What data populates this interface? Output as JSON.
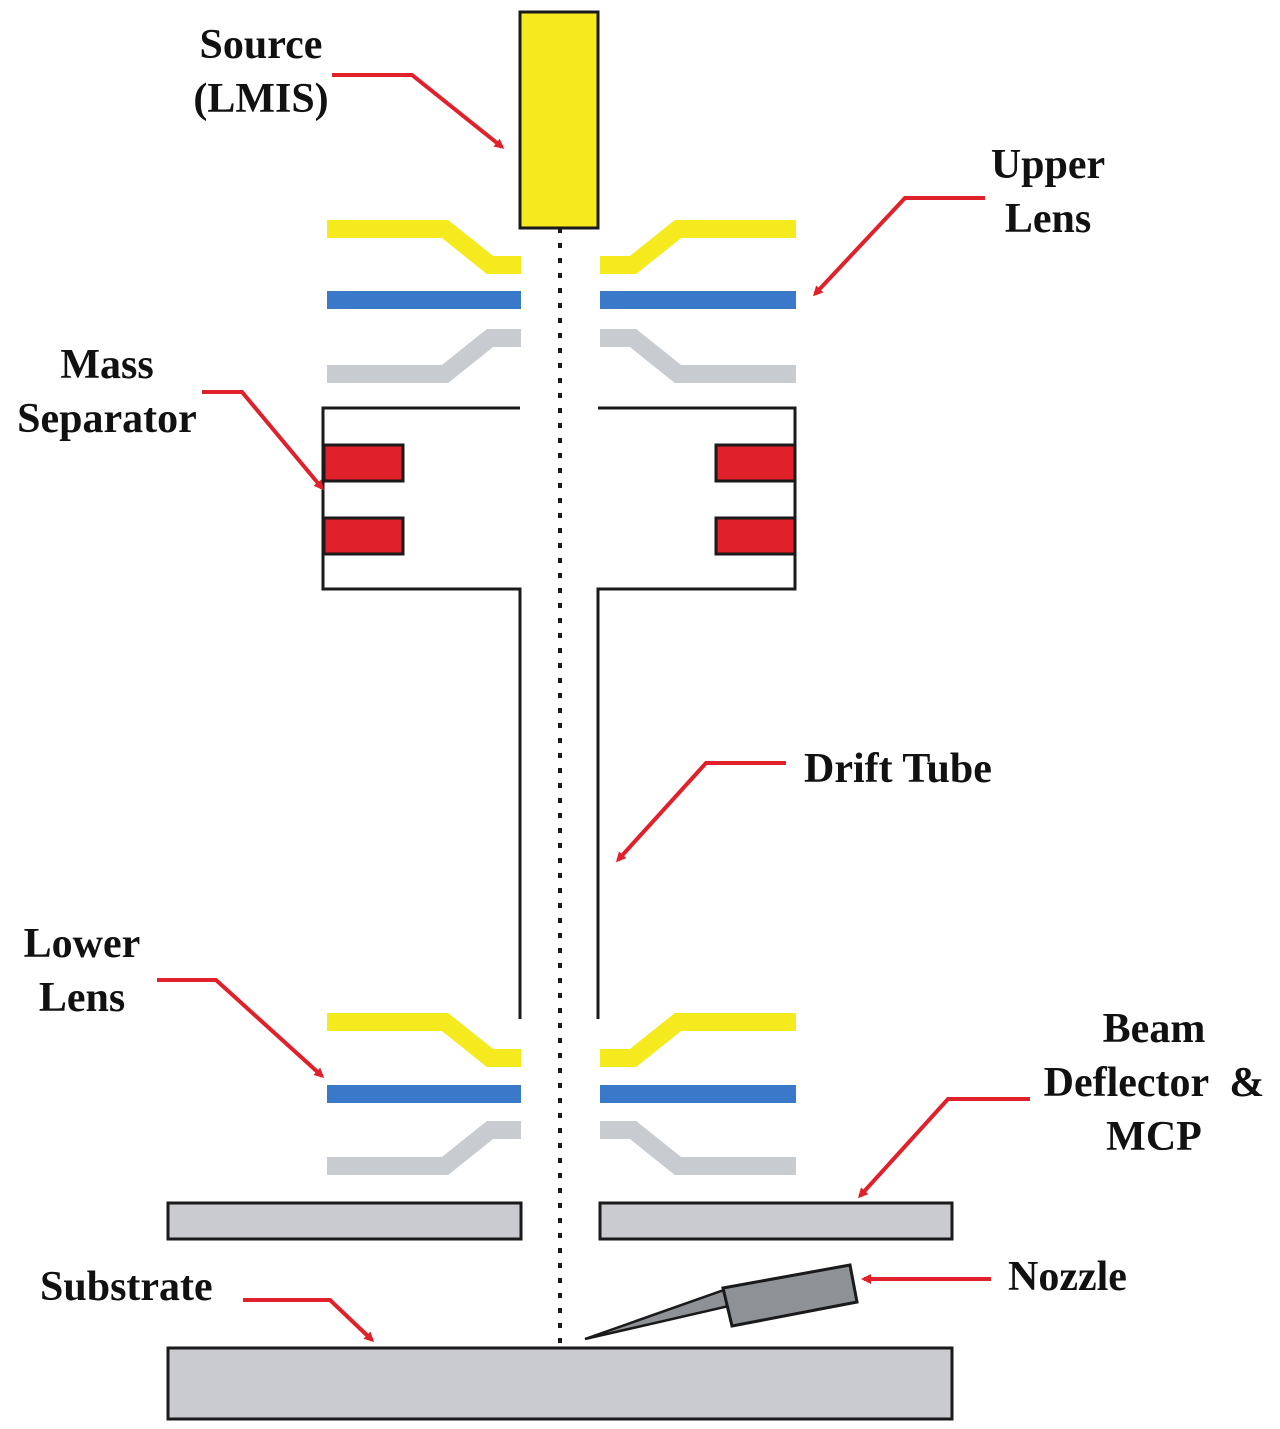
{
  "labels": {
    "source": [
      "Source",
      "(LMIS)"
    ],
    "upper_lens": [
      "Upper",
      "Lens"
    ],
    "mass_separator": [
      "Mass",
      "Separator"
    ],
    "drift_tube": "Drift Tube",
    "lower_lens": [
      "Lower",
      "Lens"
    ],
    "beam_deflector": [
      "Beam",
      "Deflector  &",
      "MCP"
    ],
    "nozzle": "Nozzle",
    "substrate": "Substrate"
  },
  "colors": {
    "source": "#f5ea1e",
    "lens_top": "#f5ea1e",
    "lens_middle": "#3a78c9",
    "lens_bottom": "#c8cbd0",
    "magnet": "#e0202a",
    "arrow": "#e0202a",
    "plate": "#c9cbd0",
    "nozzle": "#8e9196",
    "outline": "#1a1a1a"
  }
}
